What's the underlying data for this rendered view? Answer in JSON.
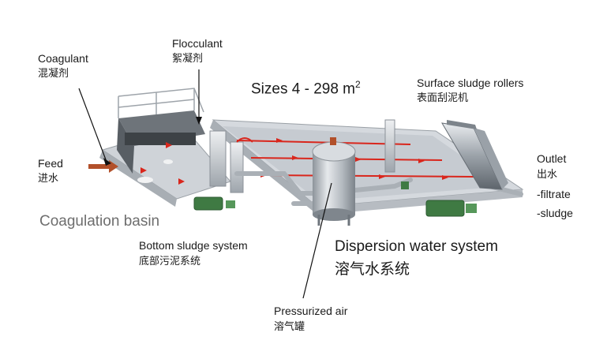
{
  "colors": {
    "flow_arrow": "#d9261c",
    "feed_arrow": "#b2502a",
    "basin_deck": "#c9cdd3",
    "pipe": "#b9bec4",
    "machine_green": "#3f7a43"
  },
  "labels": {
    "coagulant_en": "Coagulant",
    "coagulant_zh": "混凝剂",
    "flocculant_en": "Flocculant",
    "flocculant_zh": "絮凝剂",
    "feed_en": "Feed",
    "feed_zh": "进水",
    "coagulation_basin": "Coagulation basin",
    "sizes_prefix": "Sizes 4 - 298 m",
    "sizes_sup": "2",
    "surface_rollers_en": "Surface sludge rollers",
    "surface_rollers_zh": "表面刮泥机",
    "outlet_en": "Outlet",
    "outlet_zh": "出水",
    "outlet_filtrate": "-filtrate",
    "outlet_sludge": "-sludge",
    "bottom_sludge_en": "Bottom sludge system",
    "bottom_sludge_zh": "底部污泥系统",
    "dispersion_en": "Dispersion water system",
    "dispersion_zh": "溶气水系统",
    "pressurized_air_en": "Pressurized air",
    "pressurized_air_zh": "溶气罐"
  }
}
